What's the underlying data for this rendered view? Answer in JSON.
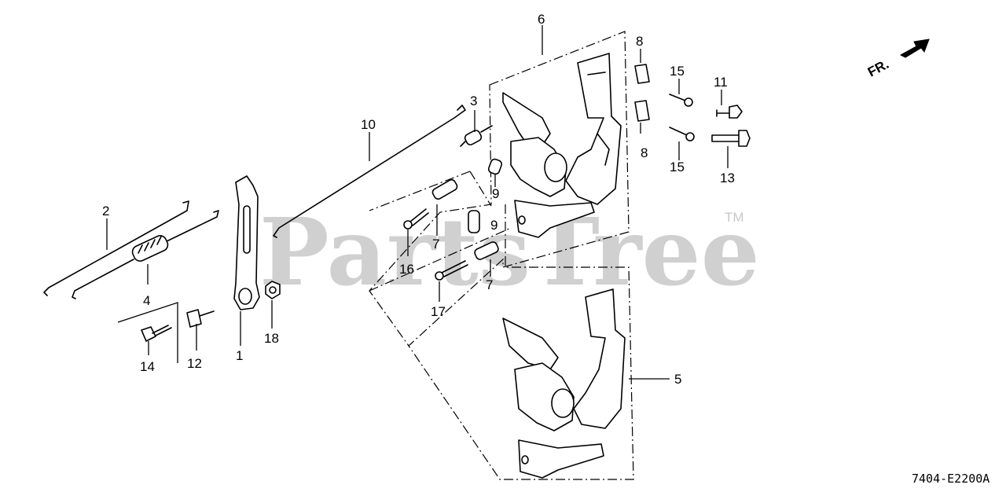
{
  "watermark": {
    "brand": "PartsTree",
    "trademark": "TM"
  },
  "orientation": {
    "label": "FR."
  },
  "diagram_code": "7404-E2200A",
  "callouts": {
    "c1": "1",
    "c2": "2",
    "c3": "3",
    "c4": "4",
    "c5": "5",
    "c6": "6",
    "c7a": "7",
    "c7b": "7",
    "c8a": "8",
    "c8b": "8",
    "c9a": "9",
    "c9b": "9",
    "c10": "10",
    "c11": "11",
    "c12": "12",
    "c13": "13",
    "c14": "14",
    "c15a": "15",
    "c15b": "15",
    "c16": "16",
    "c17": "17",
    "c18": "18"
  }
}
